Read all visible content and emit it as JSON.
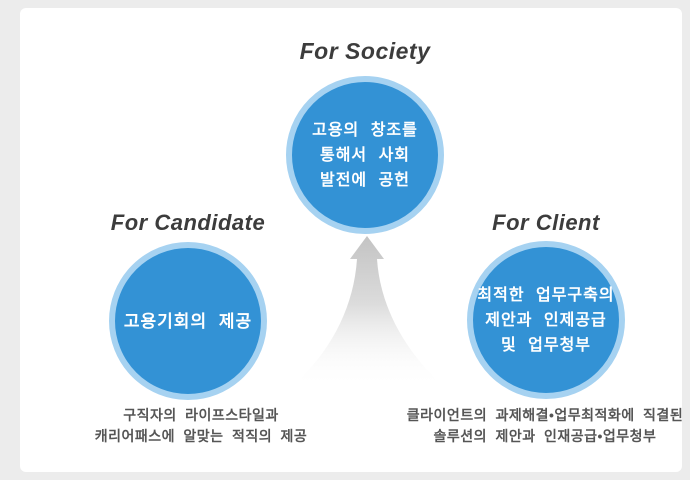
{
  "colors": {
    "page_background": "#ececec",
    "panel_background": "#ffffff",
    "circle_fill": "#3392d5",
    "circle_ring": "#a6d2f1",
    "circle_text": "#ffffff",
    "title_text": "#3c3c3c",
    "caption_text": "#555555",
    "arrow_top": "#c3c3c3"
  },
  "icons": {
    "arrow": "up-arrow"
  },
  "society": {
    "title": "For Society",
    "circle_lines": [
      "고용의 창조를",
      "통해서 사회",
      "발전에 공헌"
    ]
  },
  "candidate": {
    "title": "For Candidate",
    "circle_lines": [
      "고용기회의 제공"
    ],
    "caption_lines": [
      "구직자의 라이프스타일과",
      "캐리어패스에 알맞는 적직의 제공"
    ]
  },
  "client": {
    "title": "For Client",
    "circle_lines": [
      "최적한 업무구축의",
      "제안과 인제공급",
      "및 업무청부"
    ],
    "caption_lines": [
      "클라이언트의 과제해결•업무최적화에 직결된",
      "솔루션의 제안과 인재공급•업무청부"
    ]
  }
}
